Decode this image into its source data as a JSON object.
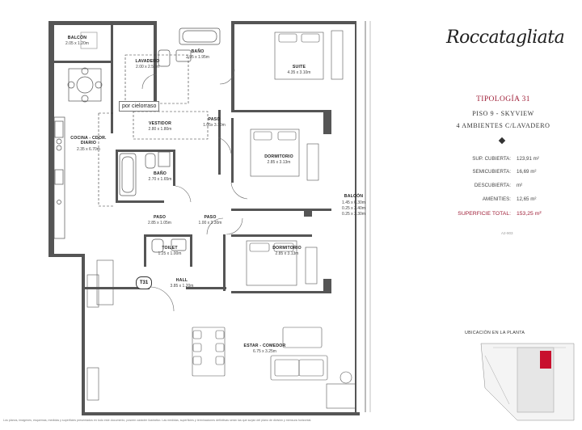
{
  "brand": {
    "name": "Roccatagliata"
  },
  "rooms": {
    "balcon_top": {
      "name": "BALCÓN",
      "dim": "2.05 x 1.20m"
    },
    "lavadero": {
      "name": "LAVADERO",
      "dim": "2.00 x 2.50m"
    },
    "bano_suite": {
      "name": "BAÑO",
      "dim": "2.95 x 1.95m"
    },
    "suite": {
      "name": "SUITE",
      "dim": "4.35 x 3.10m"
    },
    "cielorraso": {
      "label": "por cielorraso"
    },
    "vestidor": {
      "name": "VESTIDOR",
      "dim": "2.80 x 1.80m"
    },
    "paso_1": {
      "name": "PASO",
      "dim": "1.05x 3.10m"
    },
    "cocina": {
      "name": "COCINA - CDOR. DIARIO",
      "dim": "2.35 x 6.70m"
    },
    "dormitorio_1": {
      "name": "DORMITORIO",
      "dim": "2.85 x 3.13m"
    },
    "bano_2": {
      "name": "BAÑO",
      "dim": "2.70 x 1.65m"
    },
    "balcon_side": {
      "name": "BALCÓN",
      "dims": [
        "1.45 x 6.30m",
        "0.25 x 3.40m",
        "0.25 x 3.30m"
      ]
    },
    "paso_2": {
      "name": "PASO",
      "dim": "2.85 x 1.05m"
    },
    "paso_3": {
      "name": "PASO",
      "dim": "1.00 x 3.30m"
    },
    "toilet": {
      "name": "TOILET",
      "dim": "1.25 x 1.00m"
    },
    "dormitorio_2": {
      "name": "DORMITORIO",
      "dim": "2.85 x 3.13m"
    },
    "hall": {
      "name": "HALL",
      "dim": "3.85 x 1.20m"
    },
    "estar": {
      "name": "ESTAR - COMEDOR",
      "dim": "6.75 x 3.25m"
    }
  },
  "unit_tag": "T31",
  "info": {
    "tipologia": "TIPOLOGÍA 31",
    "piso": "PISO 9 - SKYVIEW",
    "ambientes": "4 AMBIENTES C/LAVADERO",
    "surfaces": [
      {
        "label": "SUP. CUBIERTA:",
        "value": "123,91 m²"
      },
      {
        "label": "SEMICUBIERTA:",
        "value": "16,69 m²"
      },
      {
        "label": "DESCUBIERTA:",
        "value": "m²"
      },
      {
        "label": "AMENITIES:",
        "value": "12,65 m²"
      }
    ],
    "total": {
      "label": "SUPERFICIE TOTAL:",
      "value": "153,25 m²"
    },
    "code": "A2-903"
  },
  "location": {
    "title": "UBICACIÓN EN LA PLANTA"
  },
  "colors": {
    "accent": "#a0213a",
    "wall": "#3a3a3a",
    "highlight": "#c8102e"
  },
  "disclaimer": "Los planos, imágenes, esquemas, medidas y superficies presentados en todo este documento, poseen carácter ilustrativo. Las medidas, superficies y terminaciones definitivas serán las que surjan del plano de división y mensura horizontal."
}
